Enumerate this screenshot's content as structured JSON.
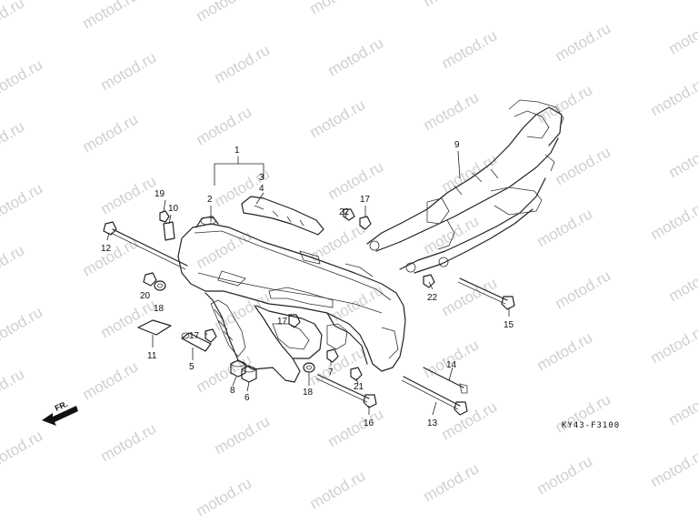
{
  "diagram": {
    "watermark_text": "motod.ru",
    "diagram_code": "KY43-F3100",
    "front_indicator": "FR.",
    "callouts": [
      {
        "id": "c1",
        "label": "1"
      },
      {
        "id": "c2",
        "label": "2"
      },
      {
        "id": "c3",
        "label": "3"
      },
      {
        "id": "c4",
        "label": "4"
      },
      {
        "id": "c5",
        "label": "5"
      },
      {
        "id": "c6",
        "label": "6"
      },
      {
        "id": "c7",
        "label": "7"
      },
      {
        "id": "c8",
        "label": "8"
      },
      {
        "id": "c9",
        "label": "9"
      },
      {
        "id": "c10",
        "label": "10"
      },
      {
        "id": "c11",
        "label": "11"
      },
      {
        "id": "c12",
        "label": "12"
      },
      {
        "id": "c13",
        "label": "13"
      },
      {
        "id": "c14",
        "label": "14"
      },
      {
        "id": "c15",
        "label": "15"
      },
      {
        "id": "c16",
        "label": "16"
      },
      {
        "id": "c17",
        "label": "17"
      },
      {
        "id": "c17b",
        "label": "17"
      },
      {
        "id": "c17c",
        "label": "17"
      },
      {
        "id": "c18",
        "label": "18"
      },
      {
        "id": "c18b",
        "label": "18"
      },
      {
        "id": "c19",
        "label": "19"
      },
      {
        "id": "c20",
        "label": "20"
      },
      {
        "id": "c21",
        "label": "21"
      },
      {
        "id": "c22",
        "label": "22"
      },
      {
        "id": "c22b",
        "label": "22"
      }
    ]
  }
}
